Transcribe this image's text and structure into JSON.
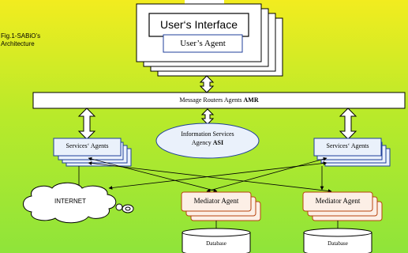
{
  "caption": [
    "Fig.1-SABiO’s",
    "Architecture"
  ],
  "user_interface": {
    "title": "User‘s Interface",
    "agent": "User’s Agent"
  },
  "message_routers": {
    "label": "Message Routers Agents",
    "acronym": "AMR"
  },
  "information_services": {
    "line1": "Information Services",
    "line2": "Agency",
    "acronym": "ASI"
  },
  "services_agents_left": "Services‘ Agents",
  "services_agents_right": "Services‘ Agents",
  "internet": "INTERNET",
  "mediator_left": "Mediator Agent",
  "mediator_right": "Mediator Agent",
  "database_left": "Database",
  "database_right": "Database",
  "colors": {
    "background_top": "#f2ec1f",
    "background_bottom": "#8fe43a",
    "services_box": "#eaf1fb",
    "mediator_box": "#fcefe6",
    "mediator_border": "#b8430e",
    "asi_ellipse": "#eaf1fb"
  }
}
